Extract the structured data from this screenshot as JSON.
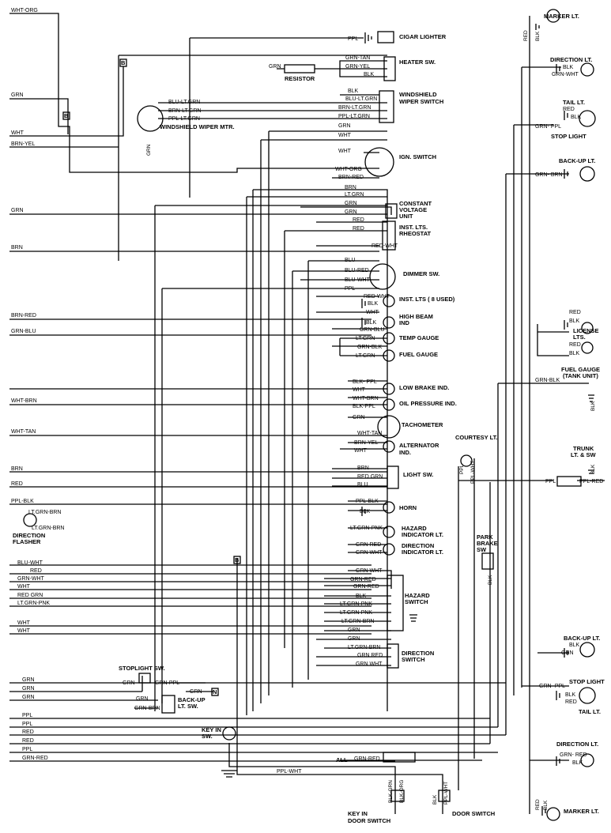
{
  "components": {
    "cigar_lighter": "CIGAR LIGHTER",
    "heater_sw": "HEATER SW.",
    "resistor": "RESISTOR",
    "windshield": "WINDSHIELD",
    "wiper_switch": "WIPER SWITCH",
    "wiper_motor": "WINDSHIELD WIPER MTR.",
    "ign_switch": "IGN. SWITCH",
    "constant": "CONSTANT",
    "voltage": "VOLTAGE",
    "unit": "UNIT",
    "inst_lts": "INST. LTS.",
    "rheostat": "RHEOSTAT",
    "dimmer_sw": "DIMMER SW.",
    "inst_lts_used": "INST. LTS ( 8 USED)",
    "high_beam": "HIGH BEAM",
    "ind": "IND",
    "temp_gauge": "TEMP GAUGE",
    "fuel_gauge": "FUEL GAUGE",
    "low_brake": "LOW BRAKE IND.",
    "oil_pressure": "OIL PRESSURE IND.",
    "tachometer": "TACHOMETER",
    "alternator": "ALTERNATOR",
    "alt_ind": "IND.",
    "light_sw": "LIGHT SW.",
    "horn": "HORN",
    "hazard": "HAZARD",
    "indicator_lt": "INDICATOR LT.",
    "direction": "DIRECTION",
    "indicator_lt2": "INDICATOR LT.",
    "hazard_sw1": "HAZARD",
    "hazard_sw2": "SWITCH",
    "direction_sw1": "DIRECTION",
    "direction_sw2": "SWITCH",
    "stoplight_sw": "STOPLIGHT SW.",
    "backup_sw1": "BACK-UP",
    "backup_sw2": "LT. SW.",
    "key_in1": "KEY IN",
    "key_in2": "SW.",
    "key_in_door1": "KEY IN",
    "key_in_door2": "DOOR SWITCH",
    "door_switch": "DOOR SWITCH",
    "direction_flasher1": "DIRECTION",
    "direction_flasher2": "FLASHER",
    "courtesy_lt": "COURTESY LT.",
    "park": "PARK",
    "brake": "BRAKE",
    "sw": "SW",
    "marker_lt_top": "MARKER LT.",
    "direction_lt_top": "DIRECTION LT.",
    "tail_lt_top": "TAIL LT.",
    "stop_light_top": "STOP LIGHT",
    "backup_lt_top": "BACK-UP LT.",
    "license1": "LICENSE",
    "license2": "LTS.",
    "fuel_gauge_tank1": "FUEL GAUGE",
    "fuel_gauge_tank2": "(TANK UNIT)",
    "trunk1": "TRUNK",
    "trunk2": "LT. & SW",
    "backup_lt_bottom": "BACK-UP LT.",
    "stop_light_bottom": "STOP LIGHT",
    "tail_lt_bottom": "TAIL LT.",
    "direction_lt_bottom": "DIRECTION LT.",
    "marker_lt_bottom": "MARKER LT.",
    "all": "ALL",
    "b1": "B",
    "b2": "B",
    "b3": "B",
    "n": "N"
  },
  "left_wires": [
    "WHT-ORG",
    "GRN",
    "WHT",
    "BRN-YEL",
    "GRN",
    "BRN",
    "BRN-RED",
    "GRN-BLU",
    "WHT-BRN",
    "WHT-TAN",
    "BRN",
    "RED",
    "PPL-BLK",
    "BLU-WHT",
    "RED",
    "GRN-WHT",
    "WHT",
    "RED GRN",
    "LT.GRN-PNK",
    "WHT",
    "WHT",
    "GRN",
    "GRN",
    "GRN",
    "PPL",
    "PPL",
    "RED",
    "RED",
    "PPL",
    "GRN-RED"
  ],
  "wires": {
    "ppl_cigar": "PPL",
    "grn_tan": "GRN-TAN",
    "grn_heater": "GRN",
    "grn_yel": "GRN-YEL",
    "blk_heater": "BLK",
    "blk_wiper": "BLK",
    "blu_ltgrn": "BLU-LT.GRN",
    "blu_ltgrn2": "BLU-LT.GRN",
    "brn_ltgrn": "BRN-LT.GRN",
    "brn_ltgrn2": "BRN-LT.GRN",
    "ppl_ltgrn": "PPL-LT.GRN",
    "ppl_ltgrn2": "PPL-LT.GRN",
    "grn_ign": "GRN",
    "wht_ign1": "WHT",
    "wht_ign2": "WHT",
    "wht_org": "WHT-ORG",
    "brn_red": "BRN-RED",
    "brn_const": "BRN",
    "ltgrn_const": "LT.GRN",
    "grn_const": "GRN",
    "grn_const2": "GRN",
    "red_rheo": "RED",
    "red_rheo2": "RED",
    "red_wht": "RED-WHT",
    "blu_dim": "BLU",
    "blu_red": "BLU-RED",
    "blu_wht": "BLU-WHT",
    "ppl_dim": "PPL",
    "red_wht2": "RED-WHT",
    "blk_inst": "BLK",
    "wht_hb": "WHT",
    "blk_hb": "BLK",
    "grn_blu": "GRN-BLU",
    "ltgrn_temp": "LT.GRN",
    "grn_blk": "GRN-BLK",
    "ltgrn_fuel": "LT.GRN",
    "blk_ppl": "BLK- PPL",
    "wht_brake": "WHT",
    "wht_brn": "WHT-BRN",
    "blk_ppl2": "BLK-PPL",
    "grn_tach": "GRN",
    "wht_tan": "WHT-TAN",
    "brn_yel": "BRN-YEL",
    "wht_alt": "WHT",
    "brn_light": "BRN",
    "red_grn": "RED GRN",
    "blu_light": "BLU",
    "ppl_blk": "PPL-BLK",
    "blk_horn": "BLK",
    "ltgrn_pnk": "LT.GRN-PNK",
    "grn_red": "GRN RED",
    "grn_wht": "GRN WHT",
    "grn_wht2": "GRN WHT",
    "grn_red2": "GRN-RED",
    "grn_red3": "GRN-RED",
    "blk_haz": "BLK",
    "ltgrn_pnk2": "LT.GRN-PNK",
    "ltgrn_pnk3": "LT.GRN-PNK",
    "ltgrn_brn": "LT.GRN-BRN",
    "grn_haz1": "GRN",
    "grn_haz2": "GRN",
    "ltgrn_brn2": "LT.GRN-BRN",
    "grn_red4": "GRN RED",
    "grn_wht3": "GRN WHT",
    "grn_stop": "GRN",
    "grn_ppl": "GRN-PPL",
    "grn_backup": "GRN",
    "grn_backup2": "GRN",
    "grn_brn": "GRN-BRN",
    "ppl_wht": "PPL-WHT",
    "grn_red_all": "GRN-RED",
    "ltgrn_brn_fl1": "LT.GRN-BRN",
    "ltgrn_brn_fl2": "LT.GRN-BRN",
    "blk_dir_top": "BLK",
    "grn_wht_dir": "GRN-WHT",
    "red_tail": "RED",
    "blk_tail": "BLK",
    "grn_ppl_tail": "GRN- PPL",
    "grn_brn_bu": "GRN- BRN",
    "red_lic": "RED",
    "blk_lic": "BLK",
    "red_lic2": "RED",
    "blk_lic2": "BLK",
    "grn_blk_fuel": "GRN-BLK",
    "ppl_trunk": "PPL",
    "ppl_red": "PPL-RED",
    "blk_bu2": "BLK",
    "grn_bu2": "GRN",
    "grn_ppl_stop": "GRN- PPL",
    "blk_stop": "BLK",
    "red_stop": "RED",
    "grn_red_dir": "GRN- RED",
    "blk_dir_bottom": "BLK"
  },
  "vwires": {
    "red_marker_top": "RED",
    "blk_marker_top": "BLK",
    "grn_wiper": "GRN",
    "ppl_courtesy": "PPL",
    "ppl_wht_courtesy": "PPL-WHT",
    "blk_fuel_tank": "BLK",
    "blk_trunk": "BLK",
    "blk_park": "BLK",
    "blk_grn_door": "BLK-GRN",
    "blk_org_door": "BLK-ORG",
    "blk_door": "BLK",
    "ppl_wht_door": "PPL-WHT",
    "red_marker_bottom": "RED",
    "blk_marker_bottom": "BLK"
  }
}
